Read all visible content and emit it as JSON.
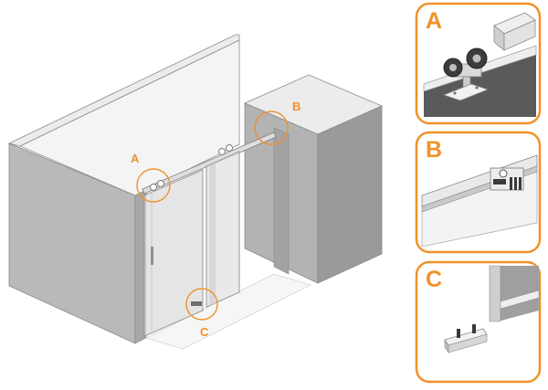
{
  "callouts": {
    "a": "A",
    "b": "B",
    "c": "C"
  },
  "panels": {
    "a": "A",
    "b": "B",
    "c": "C"
  },
  "colors": {
    "accent": "#f0922b",
    "wall_front": "#b9b9b9",
    "wall_side": "#9a9a9a",
    "wall_top": "#ececec",
    "glass": "#dcdcdc"
  }
}
